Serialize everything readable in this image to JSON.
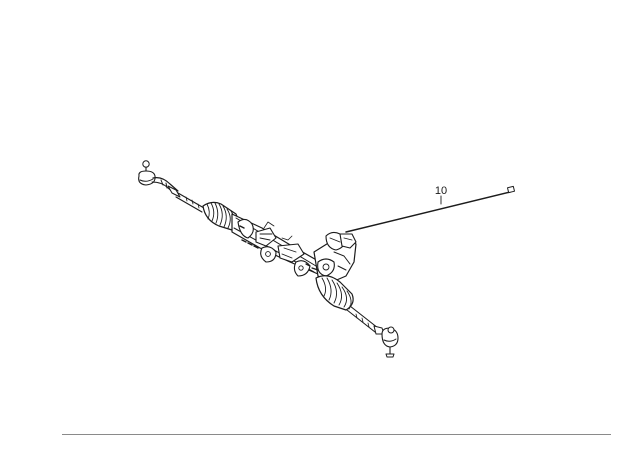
{
  "diagram": {
    "part_name": "steering-rack-assembly",
    "callouts": [
      {
        "label": "10",
        "part": "wiring-lead"
      }
    ],
    "colors": {
      "ink": "#1c1c1c",
      "rule": "#8a8a8a",
      "background": "#ffffff"
    }
  }
}
